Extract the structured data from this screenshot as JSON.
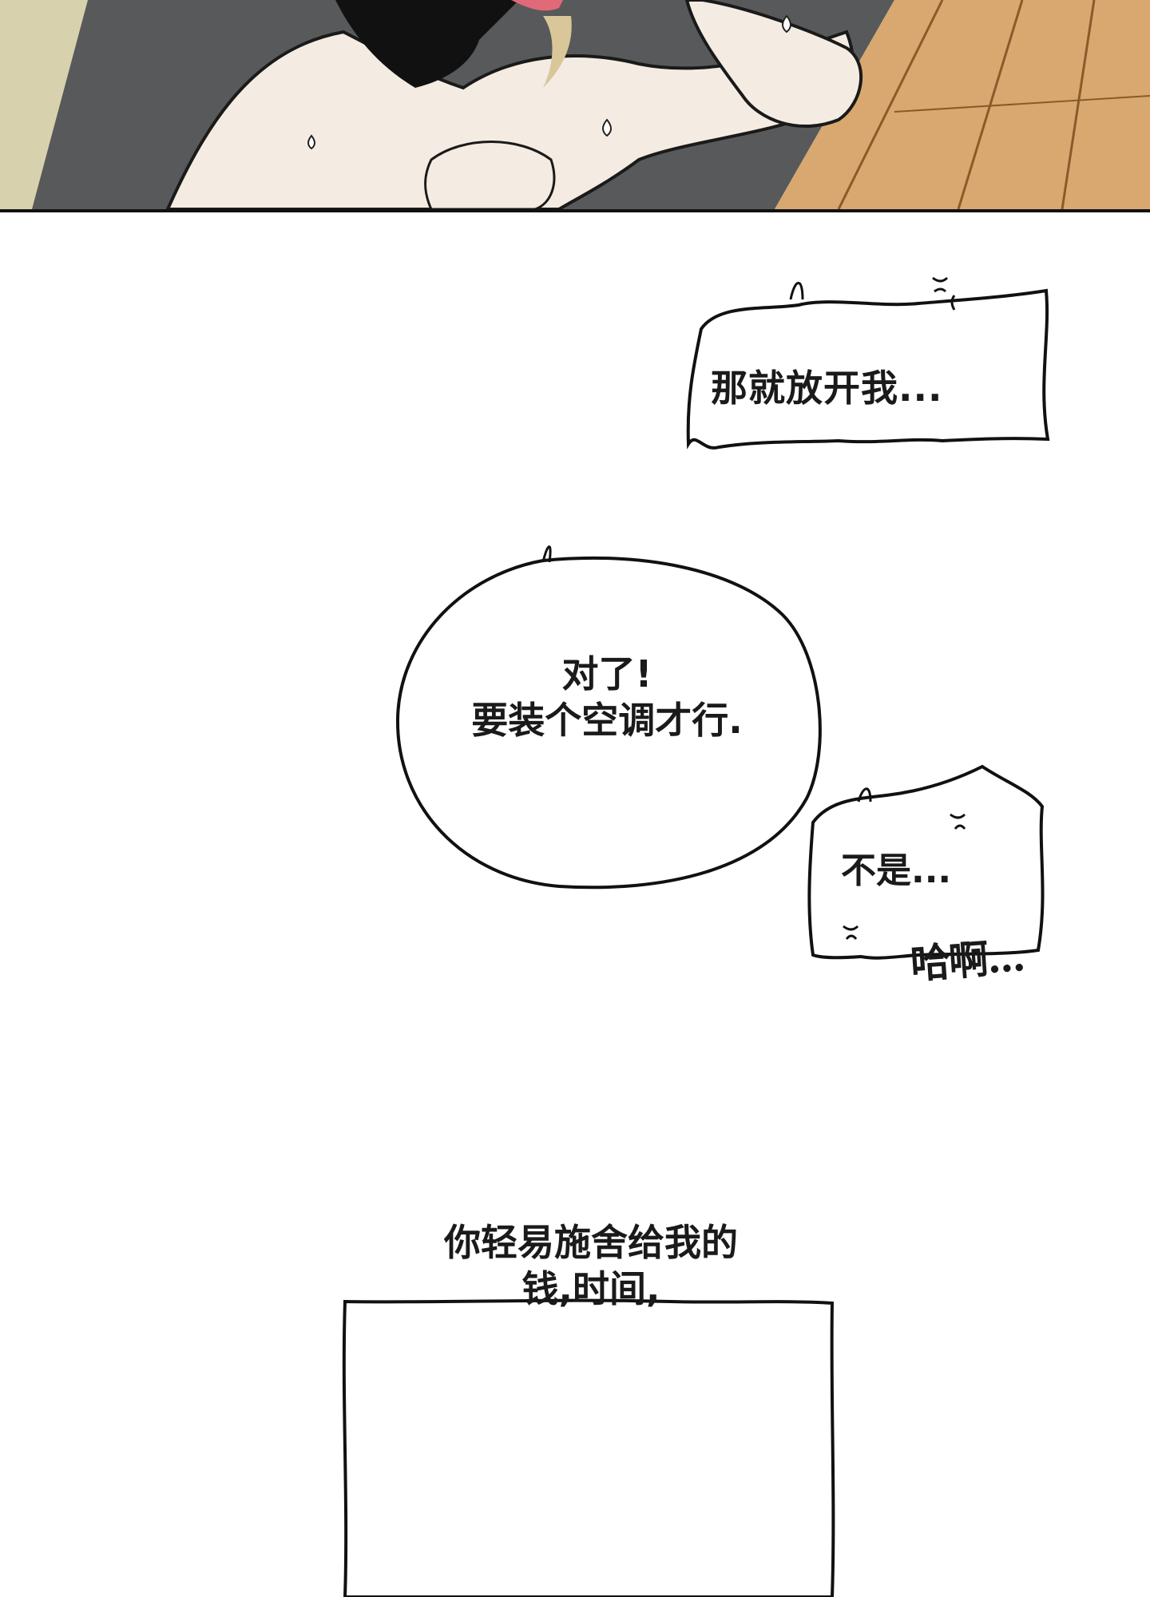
{
  "bubbles": {
    "b1": "那就放开我...",
    "b2_line1": "对了!",
    "b2_line2": "要装个空调才行.",
    "b3": "不是...",
    "b3_sfx": "哈啊...",
    "caption_line1": "你轻易施舍给我的",
    "caption_line2": "钱,时间,"
  }
}
